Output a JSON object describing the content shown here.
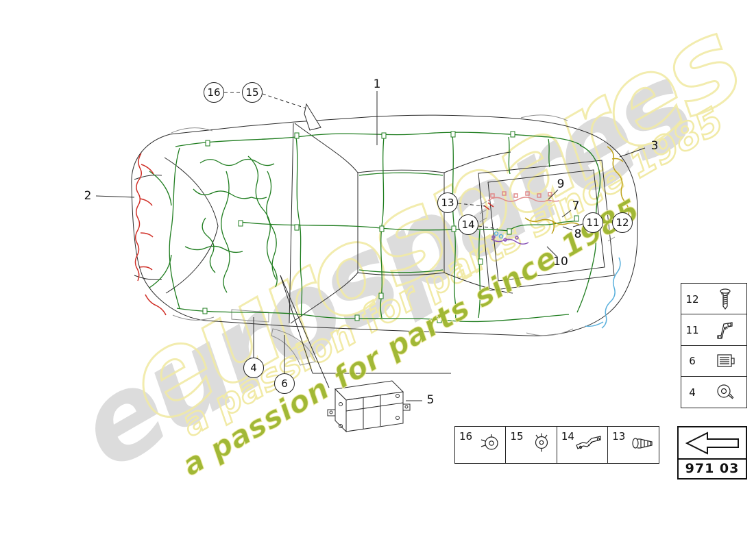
{
  "watermark": {
    "brand": "eurospares",
    "tagline": "a passion for parts since 1985"
  },
  "part_box": {
    "code": "971 03"
  },
  "callouts": {
    "circled": [
      {
        "id": "16"
      },
      {
        "id": "15"
      },
      {
        "id": "13"
      },
      {
        "id": "14"
      },
      {
        "id": "11"
      },
      {
        "id": "12"
      },
      {
        "id": "4"
      },
      {
        "id": "6"
      }
    ],
    "plain": [
      {
        "id": "1"
      },
      {
        "id": "2"
      },
      {
        "id": "3"
      },
      {
        "id": "5"
      },
      {
        "id": "7"
      },
      {
        "id": "8"
      },
      {
        "id": "9"
      },
      {
        "id": "10"
      }
    ]
  },
  "legend_right": [
    {
      "num": "12",
      "icon": "screw-icon"
    },
    {
      "num": "11",
      "icon": "bracket-icon"
    },
    {
      "num": "6",
      "icon": "control-module-icon"
    },
    {
      "num": "4",
      "icon": "clamp-ring-icon"
    }
  ],
  "legend_bottom": [
    {
      "num": "16",
      "icon": "round-retainer-icon"
    },
    {
      "num": "15",
      "icon": "round-clip-icon"
    },
    {
      "num": "14",
      "icon": "bracket-strip-icon"
    },
    {
      "num": "13",
      "icon": "screw-icon"
    }
  ],
  "colors": {
    "wiring_green": "#1f7d1f",
    "wiring_red": "#d03028",
    "wiring_yellow": "#bfa41e",
    "wiring_blue": "#5ab0dc",
    "wiring_purple": "#8a55b8",
    "wiring_pink": "#e08a8a",
    "watermark_gray": "#dcdcdc",
    "watermark_yellow": "#f1eaa6",
    "watermark_green": "#9cb52c"
  }
}
